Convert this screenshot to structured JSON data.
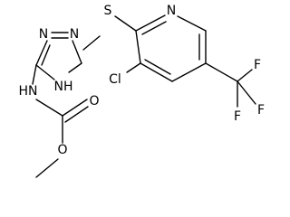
{
  "molecule": {
    "atoms": {
      "S": "S",
      "N_triazole_1": "N",
      "N_triazole_2": "N",
      "NH_triazole": "NH",
      "N_pyridine": "N",
      "Cl": "Cl",
      "F_1": "F",
      "F_2": "F",
      "F_3": "F",
      "NH_carbamate": "HN",
      "O_carbonyl": "O",
      "O_ester": "O"
    }
  }
}
